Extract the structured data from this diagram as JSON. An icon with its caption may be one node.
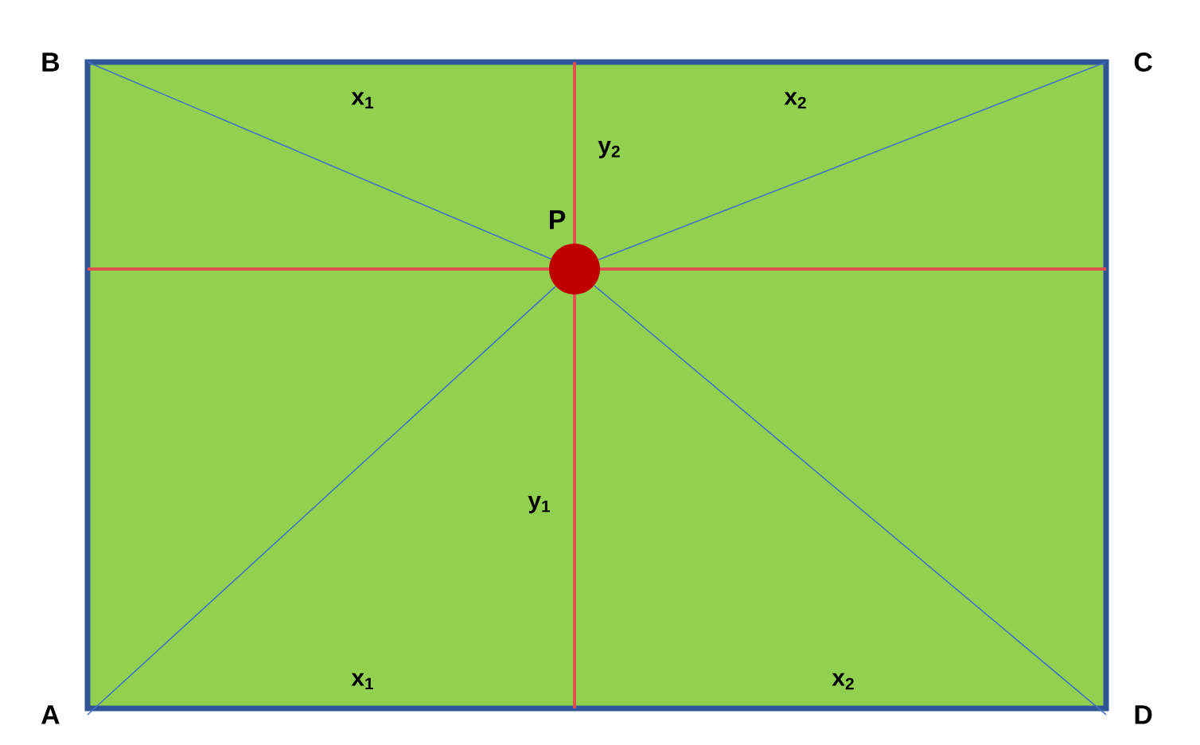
{
  "diagram": {
    "nodes": [
      {
        "text": [
          "B"
        ]
      },
      {
        "text": [
          "C"
        ]
      },
      {
        "text": [],
        "shape": "circle",
        "beside": [
          "P"
        ]
      },
      {
        "text": [
          "A"
        ]
      },
      {
        "text": [
          "D"
        ]
      }
    ],
    "edges": [
      {
        "from": 2,
        "to": 0,
        "arrow": "none"
      },
      {
        "from": 2,
        "to": 1,
        "arrow": "none"
      },
      {
        "from": 2,
        "to": 3,
        "arrow": "none"
      },
      {
        "from": 2,
        "to": 4,
        "arrow": "none"
      }
    ],
    "labels": [
      "x$_{1}$",
      "x$_{2}$",
      "y$_{2}$",
      "y$_{1}$",
      "x$_{1}$",
      "x$_{2}$"
    ]
  }
}
